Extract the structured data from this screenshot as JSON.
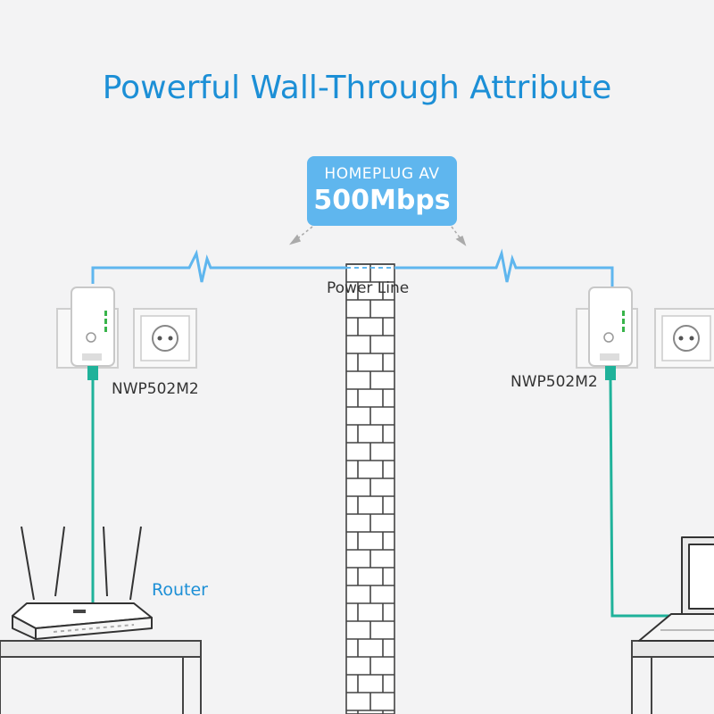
{
  "title": "Powerful Wall-Through Attribute",
  "callout": {
    "line1": "HOMEPLUG AV",
    "line2": "500Mbps"
  },
  "power_line_label": "Power Line",
  "left_device_label": "NWP502M2",
  "right_device_label": "NWP502M2",
  "router_label": "Router",
  "colors": {
    "blue": "#1c8fd6",
    "light_blue": "#5fb6ee",
    "cable": "#1fb29a",
    "wall_line": "#333333"
  }
}
